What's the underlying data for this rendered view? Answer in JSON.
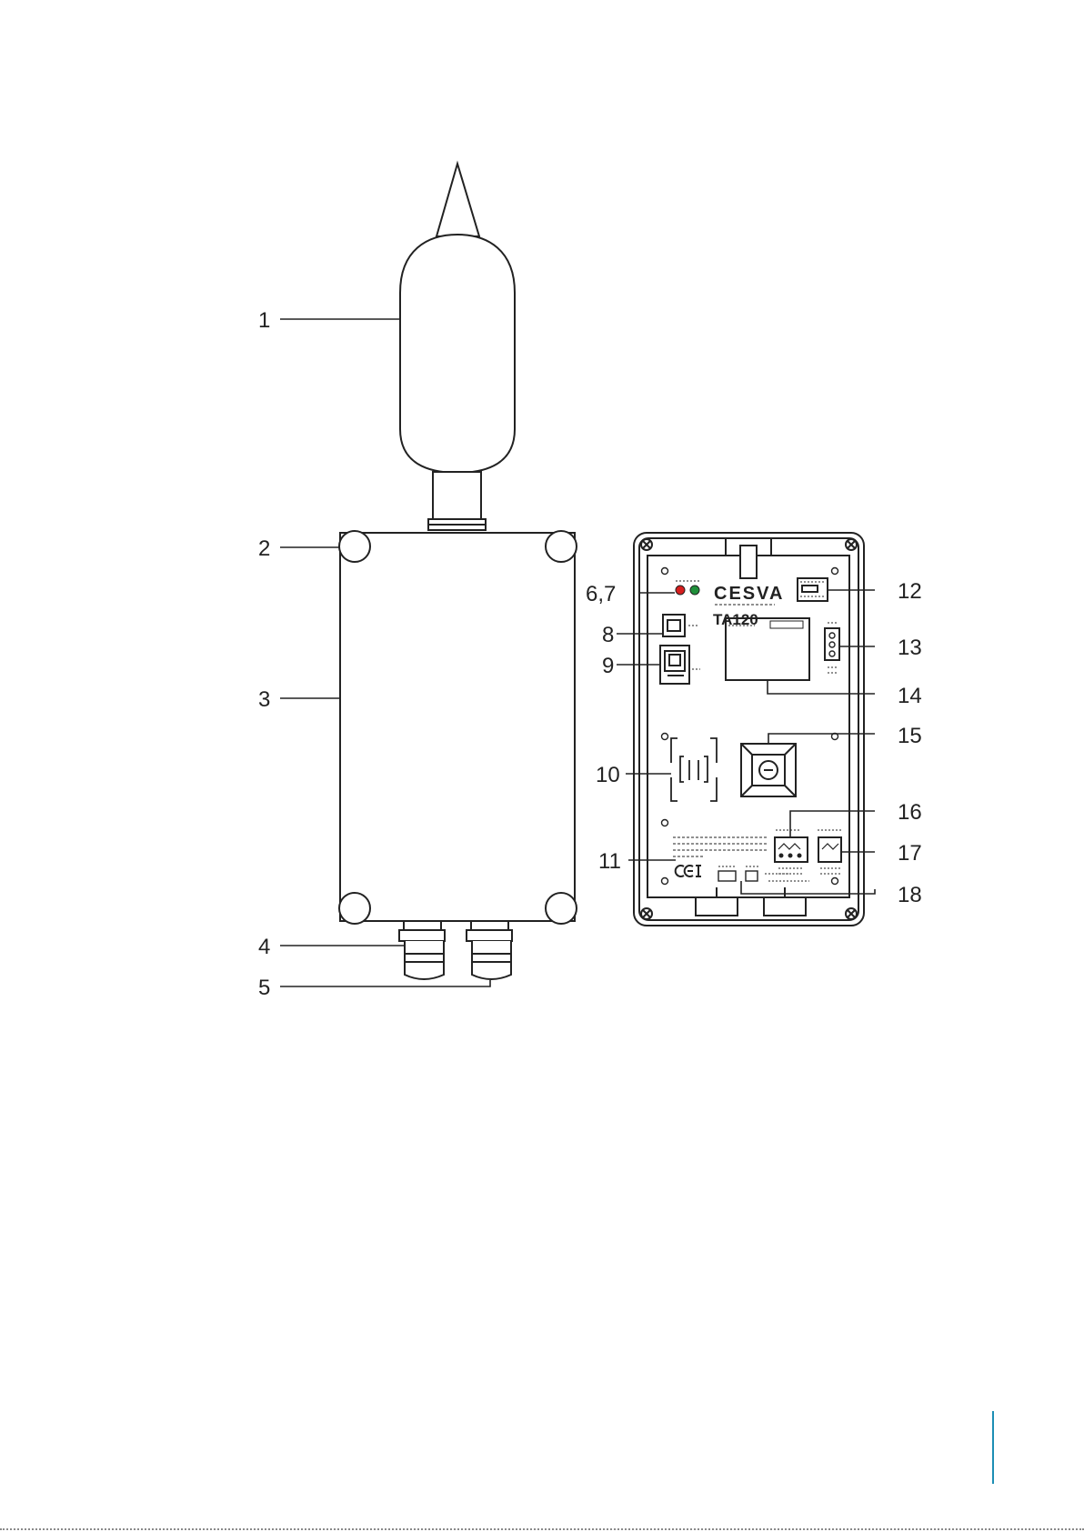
{
  "diagram": {
    "callouts": [
      "1",
      "2",
      "3",
      "4",
      "5",
      "6,7",
      "8",
      "9",
      "10",
      "11",
      "12",
      "13",
      "14",
      "15",
      "16",
      "17",
      "18"
    ],
    "back_panel": {
      "brand": "CESVA",
      "model": "TA120"
    }
  }
}
